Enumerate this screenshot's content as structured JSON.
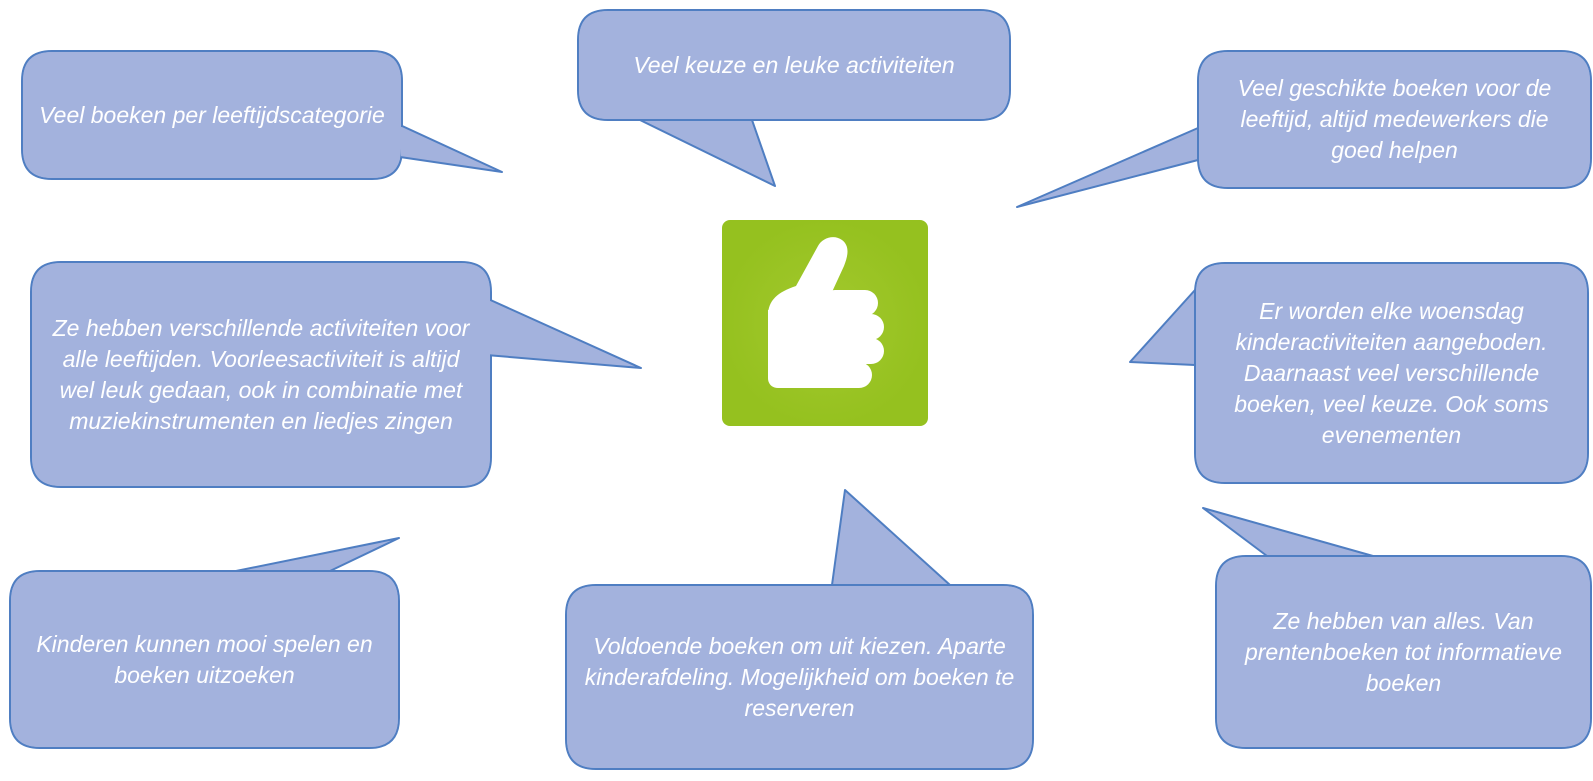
{
  "colors": {
    "bubble_fill": "#a3b2dd",
    "bubble_stroke": "#4f7ec2",
    "text": "#ffffff",
    "thumb_bg": "#95c11f",
    "thumb_glow": "#a3c92e",
    "thumb_hand": "#ffffff"
  },
  "center_icon": {
    "name": "thumbs-up-icon"
  },
  "bubbles": [
    {
      "id": "bubble-top-left",
      "text": "Veel boeken per leeftijdscategorie"
    },
    {
      "id": "bubble-top-center",
      "text": "Veel keuze en leuke activiteiten"
    },
    {
      "id": "bubble-top-right",
      "text": "Veel geschikte boeken voor de leeftijd, altijd medewerkers die goed helpen"
    },
    {
      "id": "bubble-mid-left",
      "text": "Ze hebben verschillende activiteiten voor alle leeftijden. Voorleesactiviteit is altijd wel leuk gedaan, ook in combinatie met muziekinstrumenten en liedjes zingen"
    },
    {
      "id": "bubble-mid-right",
      "text": "Er worden elke woensdag kinderactiviteiten aangeboden. Daarnaast veel verschillende boeken, veel keuze. Ook soms evenementen"
    },
    {
      "id": "bubble-bottom-left",
      "text": "Kinderen kunnen mooi spelen en boeken uitzoeken"
    },
    {
      "id": "bubble-bottom-center",
      "text": "Voldoende boeken om uit kiezen. Aparte kinderafdeling. Mogelijkheid om boeken te reserveren"
    },
    {
      "id": "bubble-bottom-right",
      "text": "Ze hebben van alles. Van prentenboeken tot informatieve boeken"
    }
  ]
}
